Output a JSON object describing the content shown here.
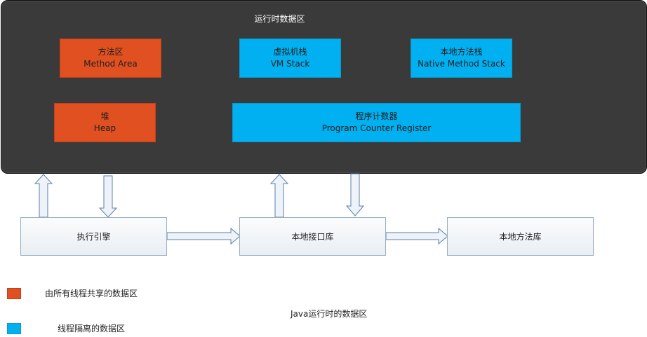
{
  "runtime_area": {
    "title": "运行时数据区"
  },
  "regions": {
    "method_area": {
      "zh": "方法区",
      "en": "Method Area"
    },
    "vm_stack": {
      "zh": "虚拟机栈",
      "en": "VM  Stack"
    },
    "native_method_stack": {
      "zh": "本地方法栈",
      "en": "Native  Method  Stack"
    },
    "heap": {
      "zh": "堆",
      "en": "Heap"
    },
    "program_counter": {
      "zh": "程序计数器",
      "en": "Program Counter  Register"
    }
  },
  "components": {
    "execution_engine": "执行引擎",
    "native_interface": "本地接口库",
    "native_library": "本地方法库"
  },
  "legend": {
    "shared": {
      "label": "由所有线程共享的数据区",
      "color": "#e05020"
    },
    "isolated": {
      "label": "线程隔离的数据区",
      "color": "#00b0f0"
    }
  },
  "caption": "Java运行时的数据区",
  "colors": {
    "runtime_background": "#3a3a3a",
    "shared": "#e05020",
    "isolated": "#00b0f0",
    "component_border": "#9aaec2"
  }
}
